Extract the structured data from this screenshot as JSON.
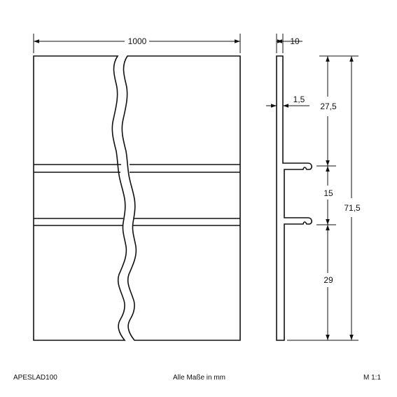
{
  "front_view": {
    "dim_width": "1000"
  },
  "side_view": {
    "dim_thickness": "10",
    "dim_wall": "1,5",
    "dim_top": "27,5",
    "dim_middle": "15",
    "dim_bottom": "29",
    "dim_total": "71,5"
  },
  "footer": {
    "article": "APESLAD100",
    "units_note": "Alle Maße in mm",
    "scale": "M 1:1"
  },
  "colors": {
    "line": "#111111",
    "background": "#ffffff"
  }
}
